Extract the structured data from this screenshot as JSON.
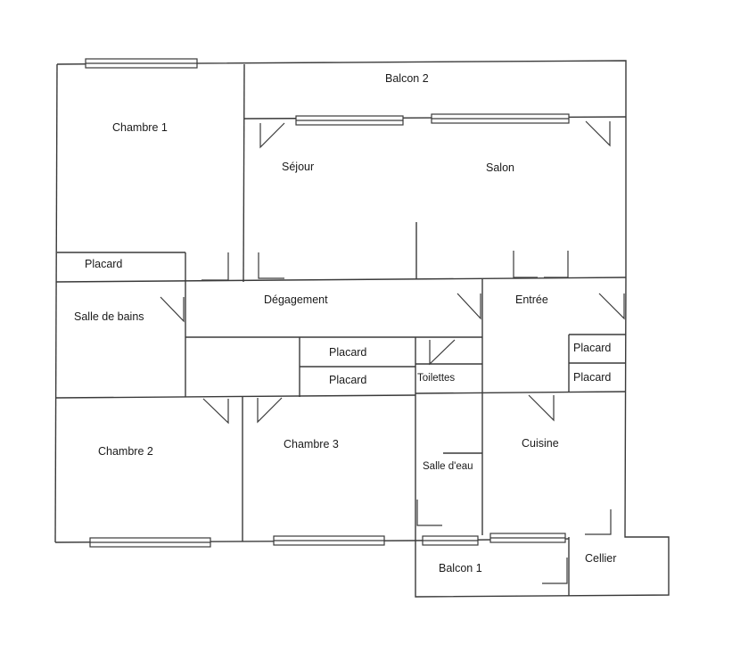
{
  "rooms": {
    "chambre1": "Chambre 1",
    "balcon2": "Balcon 2",
    "sejour": "Séjour",
    "salon": "Salon",
    "placard_bedroom1": "Placard",
    "salle_de_bains": "Salle de bains",
    "degagement": "Dégagement",
    "entree": "Entrée",
    "placard_hall_top": "Placard",
    "placard_hall_bottom": "Placard",
    "placard_entree_top": "Placard",
    "placard_entree_bottom": "Placard",
    "toilettes": "Toilettes",
    "chambre2": "Chambre 2",
    "chambre3": "Chambre 3",
    "salle_deau": "Salle d'eau",
    "cuisine": "Cuisine",
    "balcon1": "Balcon 1",
    "cellier": "Cellier"
  }
}
